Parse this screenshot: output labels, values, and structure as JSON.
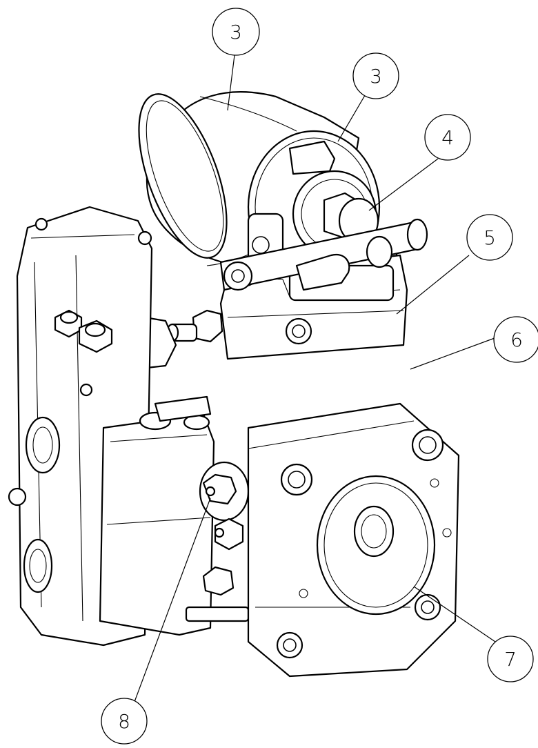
{
  "drawing": {
    "type": "exploded-view-line-art",
    "background": "#ffffff",
    "line_color": "#000000"
  },
  "callouts": [
    {
      "id": "c1",
      "label": "3"
    },
    {
      "id": "c2",
      "label": "3"
    },
    {
      "id": "c3",
      "label": "4"
    },
    {
      "id": "c4",
      "label": "5"
    },
    {
      "id": "c5",
      "label": "6"
    },
    {
      "id": "c6",
      "label": "7"
    },
    {
      "id": "c7",
      "label": "8"
    }
  ]
}
